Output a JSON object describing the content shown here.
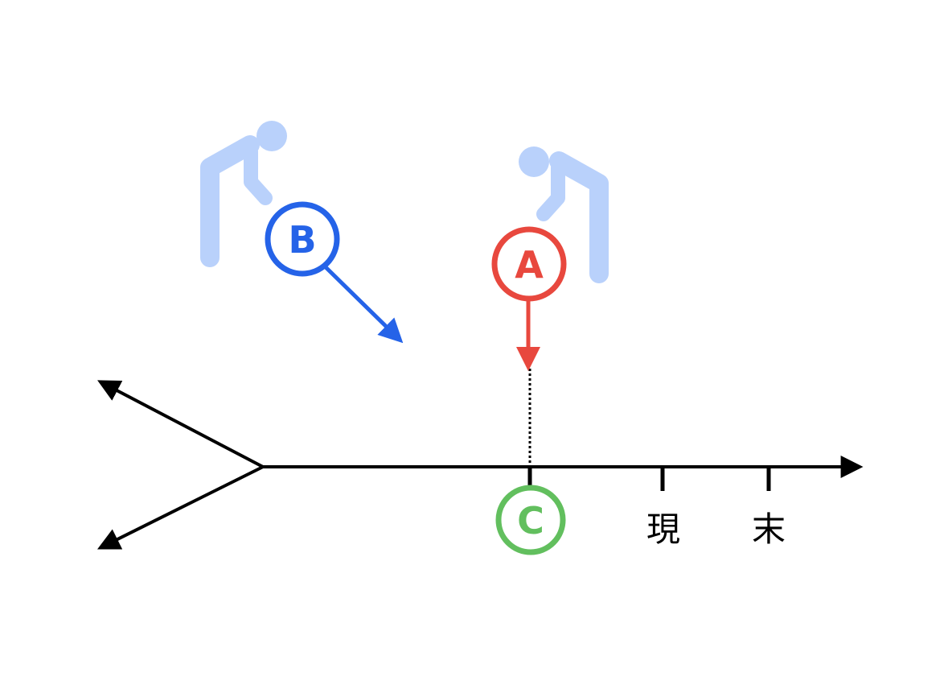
{
  "colors": {
    "line": "#000000",
    "marker_a": "#e8483e",
    "marker_b": "#2563e8",
    "marker_c": "#62bf5e",
    "figure": "#b9d1fb",
    "background": "#ffffff"
  },
  "markers": {
    "a": {
      "letter": "A"
    },
    "b": {
      "letter": "B"
    },
    "c": {
      "letter": "C"
    }
  },
  "ticks": [
    {
      "label": "現"
    },
    {
      "label": "末"
    }
  ],
  "icons": {
    "figure_left": "bowing-person-icon",
    "figure_right": "bowing-person-icon"
  }
}
